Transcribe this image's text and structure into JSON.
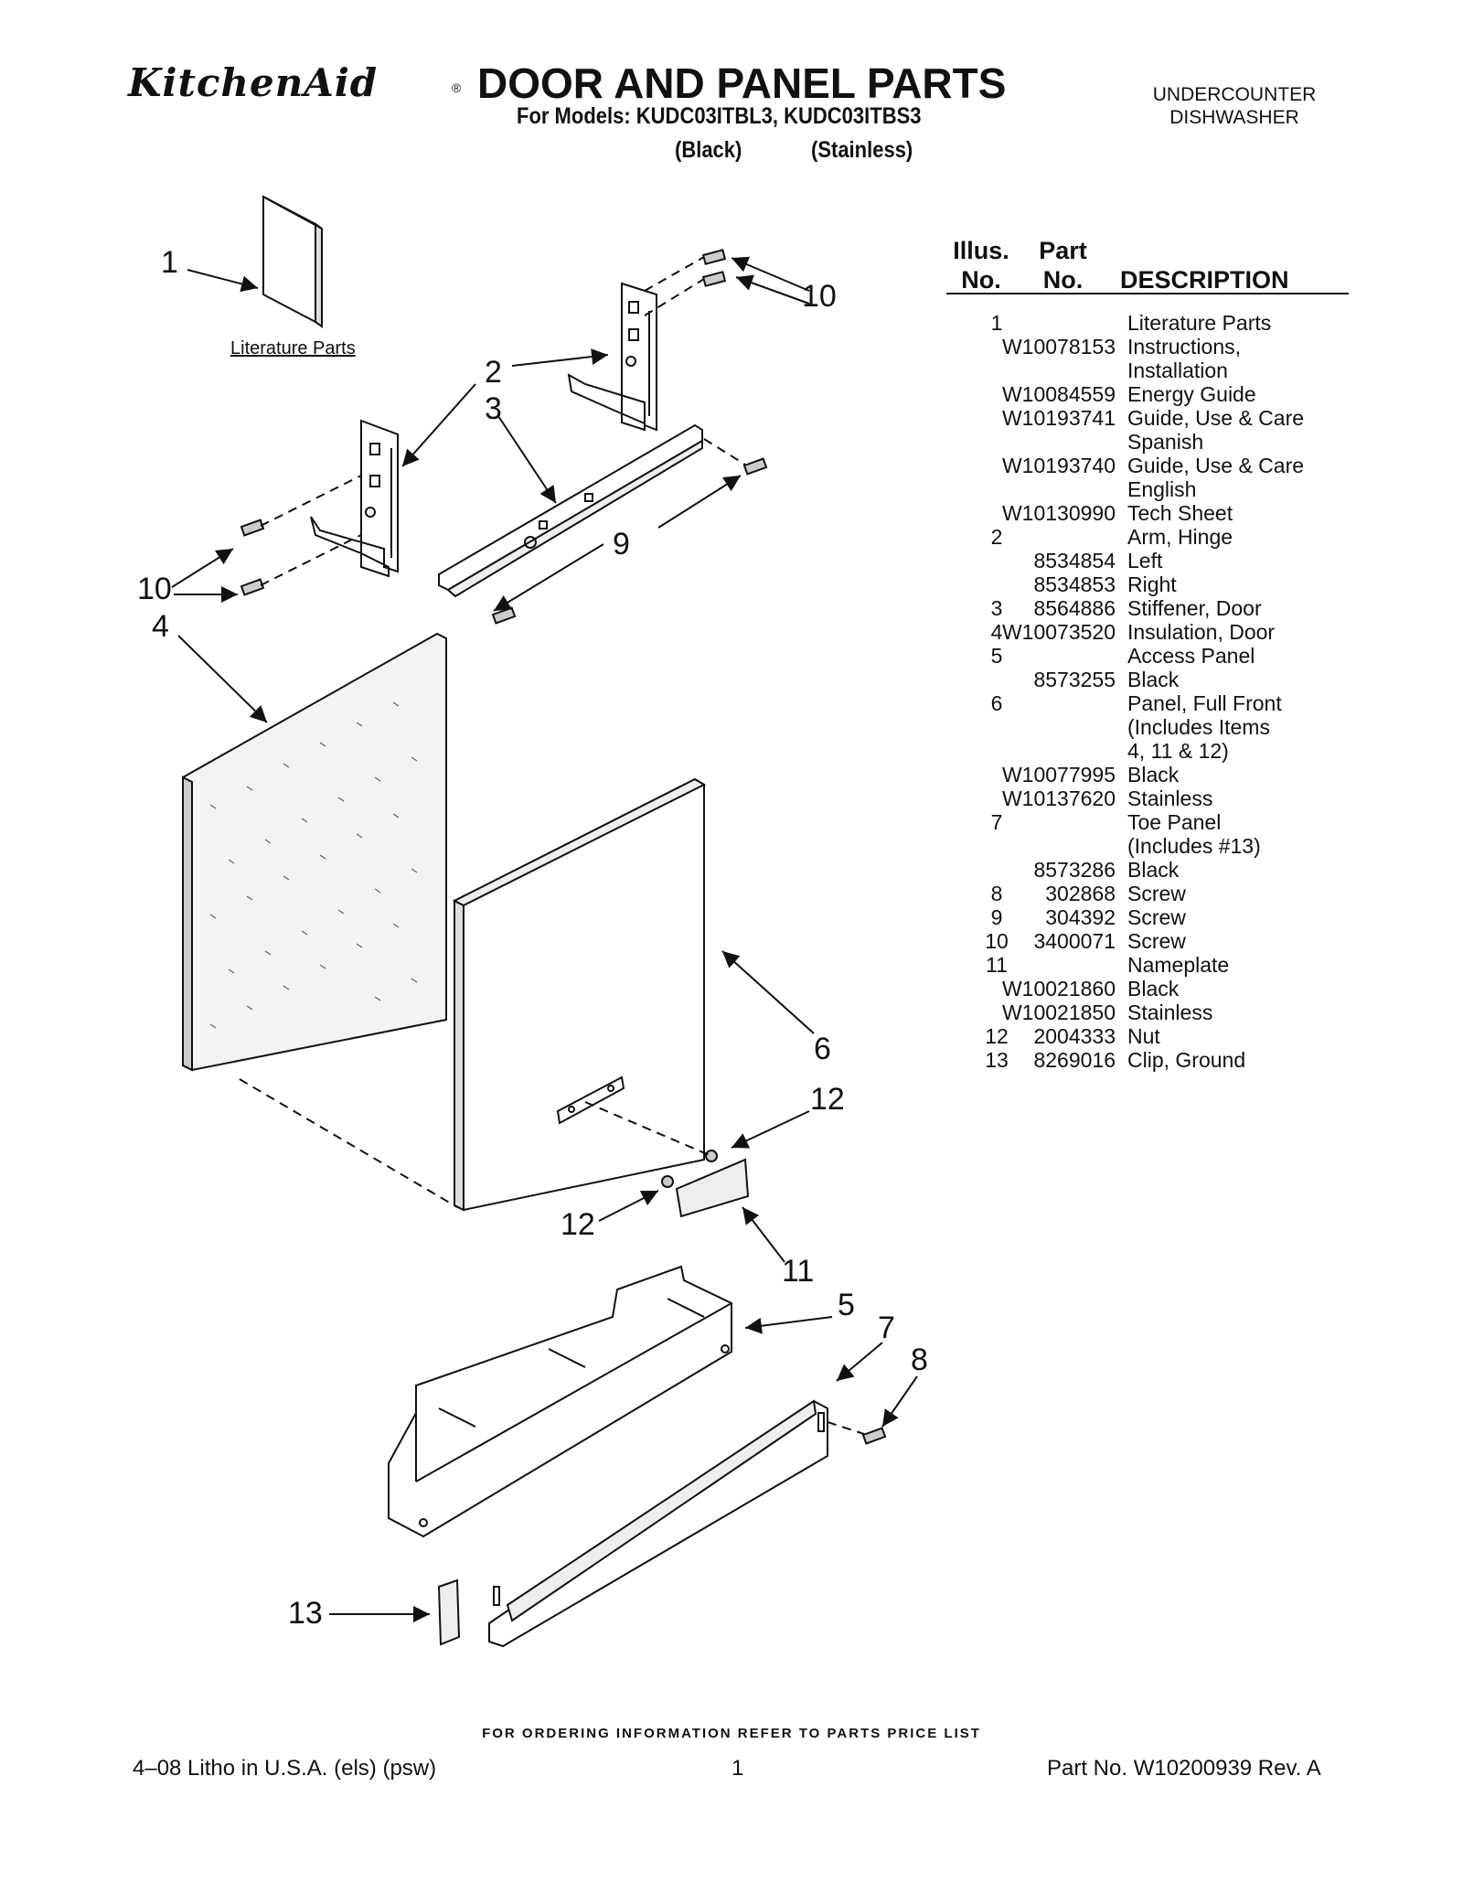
{
  "header": {
    "brand": "KitchenAid",
    "registered_mark": "®",
    "title": "DOOR AND PANEL PARTS",
    "models": "For Models: KUDC03ITBL3, KUDC03ITBS3",
    "variant_black": "(Black)",
    "variant_stainless": "(Stainless)",
    "category_line1": "UNDERCOUNTER",
    "category_line2": "DISHWASHER"
  },
  "diagram": {
    "literature_label": "Literature Parts",
    "callouts": {
      "c1": "1",
      "c2": "2",
      "c3": "3",
      "c4": "4",
      "c5": "5",
      "c6": "6",
      "c7": "7",
      "c8": "8",
      "c9": "9",
      "c10a": "10",
      "c10b": "10",
      "c11": "11",
      "c12a": "12",
      "c12b": "12",
      "c13": "13"
    }
  },
  "parts_table": {
    "headers": {
      "illus_line1": "Illus.",
      "illus_line2": "No.",
      "part_line1": "Part",
      "part_line2": "No.",
      "description": "DESCRIPTION"
    },
    "rows": [
      {
        "illus": "1",
        "part": "",
        "desc": "Literature Parts"
      },
      {
        "illus": "",
        "part": "W10078153",
        "desc": "Instructions,"
      },
      {
        "illus": "",
        "part": "",
        "desc": "Installation"
      },
      {
        "illus": "",
        "part": "W10084559",
        "desc": "Energy Guide"
      },
      {
        "illus": "",
        "part": "W10193741",
        "desc": "Guide, Use & Care"
      },
      {
        "illus": "",
        "part": "",
        "desc": "Spanish"
      },
      {
        "illus": "",
        "part": "W10193740",
        "desc": "Guide, Use & Care"
      },
      {
        "illus": "",
        "part": "",
        "desc": "English"
      },
      {
        "illus": "",
        "part": "W10130990",
        "desc": "Tech Sheet"
      },
      {
        "illus": "2",
        "part": "",
        "desc": "Arm, Hinge"
      },
      {
        "illus": "",
        "part": "8534854",
        "desc": "Left"
      },
      {
        "illus": "",
        "part": "8534853",
        "desc": "Right"
      },
      {
        "illus": "3",
        "part": "8564886",
        "desc": "Stiffener, Door"
      },
      {
        "illus": "4",
        "part": "W10073520",
        "desc": "Insulation, Door"
      },
      {
        "illus": "5",
        "part": "",
        "desc": "Access Panel"
      },
      {
        "illus": "",
        "part": "8573255",
        "desc": "Black"
      },
      {
        "illus": "6",
        "part": "",
        "desc": "Panel, Full Front"
      },
      {
        "illus": "",
        "part": "",
        "desc": "(Includes Items"
      },
      {
        "illus": "",
        "part": "",
        "desc": "4, 11 & 12)"
      },
      {
        "illus": "",
        "part": "W10077995",
        "desc": "Black"
      },
      {
        "illus": "",
        "part": "W10137620",
        "desc": "Stainless"
      },
      {
        "illus": "7",
        "part": "",
        "desc": "Toe Panel"
      },
      {
        "illus": "",
        "part": "",
        "desc": "(Includes #13)"
      },
      {
        "illus": "",
        "part": "8573286",
        "desc": "Black"
      },
      {
        "illus": "8",
        "part": "302868",
        "desc": "Screw"
      },
      {
        "illus": "9",
        "part": "304392",
        "desc": "Screw"
      },
      {
        "illus": "10",
        "part": "3400071",
        "desc": "Screw"
      },
      {
        "illus": "11",
        "part": "",
        "desc": "Nameplate"
      },
      {
        "illus": "",
        "part": "W10021860",
        "desc": "Black"
      },
      {
        "illus": "",
        "part": "W10021850",
        "desc": "Stainless"
      },
      {
        "illus": "12",
        "part": "2004333",
        "desc": "Nut"
      },
      {
        "illus": "13",
        "part": "8269016",
        "desc": "Clip, Ground"
      }
    ]
  },
  "footer": {
    "ordering_note": "FOR ORDERING INFORMATION REFER TO PARTS PRICE LIST",
    "litho": "4–08 Litho in U.S.A. (els) (psw)",
    "page_number": "1",
    "part_number": "Part No. W10200939 Rev. A"
  }
}
